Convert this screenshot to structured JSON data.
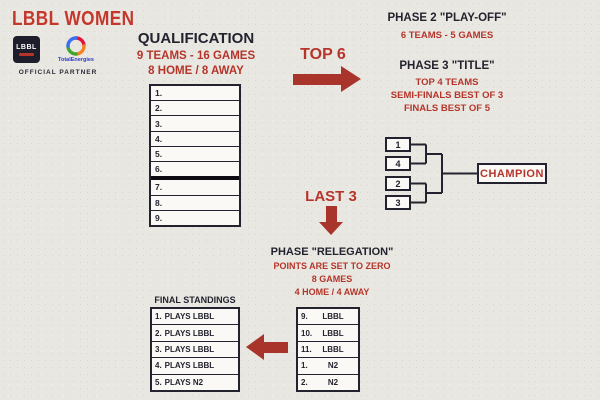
{
  "colors": {
    "accent_red": "#b5352b",
    "ink_dark": "#23232f",
    "background": "#e9e7e1"
  },
  "header": {
    "title": "LBBL WOMEN",
    "lbbl_logo_text": "LBBL",
    "te_logo_text": "TotalEnergies",
    "partner_label": "OFFICIAL PARTNER"
  },
  "qualification": {
    "title": "QUALIFICATION",
    "line1": "9 TEAMS - 16 GAMES",
    "line2": "8 HOME / 8 AWAY",
    "rows": [
      "1.",
      "2.",
      "3.",
      "4.",
      "5.",
      "6.",
      "7.",
      "8.",
      "9."
    ]
  },
  "top6": {
    "label": "TOP 6"
  },
  "phase2": {
    "title": "PHASE 2 \"PLAY-OFF\"",
    "line1": "6 TEAMS - 5 GAMES"
  },
  "phase3": {
    "title": "PHASE 3 \"TITLE\"",
    "line1": "TOP 4 TEAMS",
    "line2": "SEMI-FINALS BEST OF 3",
    "line3": "FINALS BEST OF 5"
  },
  "bracket": {
    "seeds": [
      "1",
      "4",
      "2",
      "3"
    ],
    "champion": "CHAMPION"
  },
  "last3": {
    "label": "LAST 3"
  },
  "relegation": {
    "title": "PHASE \"RELEGATION\"",
    "line1": "POINTS ARE SET TO ZERO",
    "line2": "8 GAMES",
    "line3": "4 HOME / 4 AWAY"
  },
  "final_standings": {
    "title": "FINAL STANDINGS",
    "rows": [
      {
        "num": "1.",
        "label": "PLAYS LBBL"
      },
      {
        "num": "2.",
        "label": "PLAYS LBBL"
      },
      {
        "num": "3.",
        "label": "PLAYS LBBL"
      },
      {
        "num": "4.",
        "label": "PLAYS LBBL"
      },
      {
        "num": "5.",
        "label": "PLAYS N2"
      }
    ]
  },
  "relegation_table": {
    "rows": [
      {
        "num": "9.",
        "team": "LBBL"
      },
      {
        "num": "10.",
        "team": "LBBL"
      },
      {
        "num": "11.",
        "team": "LBBL"
      },
      {
        "num": "1.",
        "team": "N2"
      },
      {
        "num": "2.",
        "team": "N2"
      }
    ]
  }
}
